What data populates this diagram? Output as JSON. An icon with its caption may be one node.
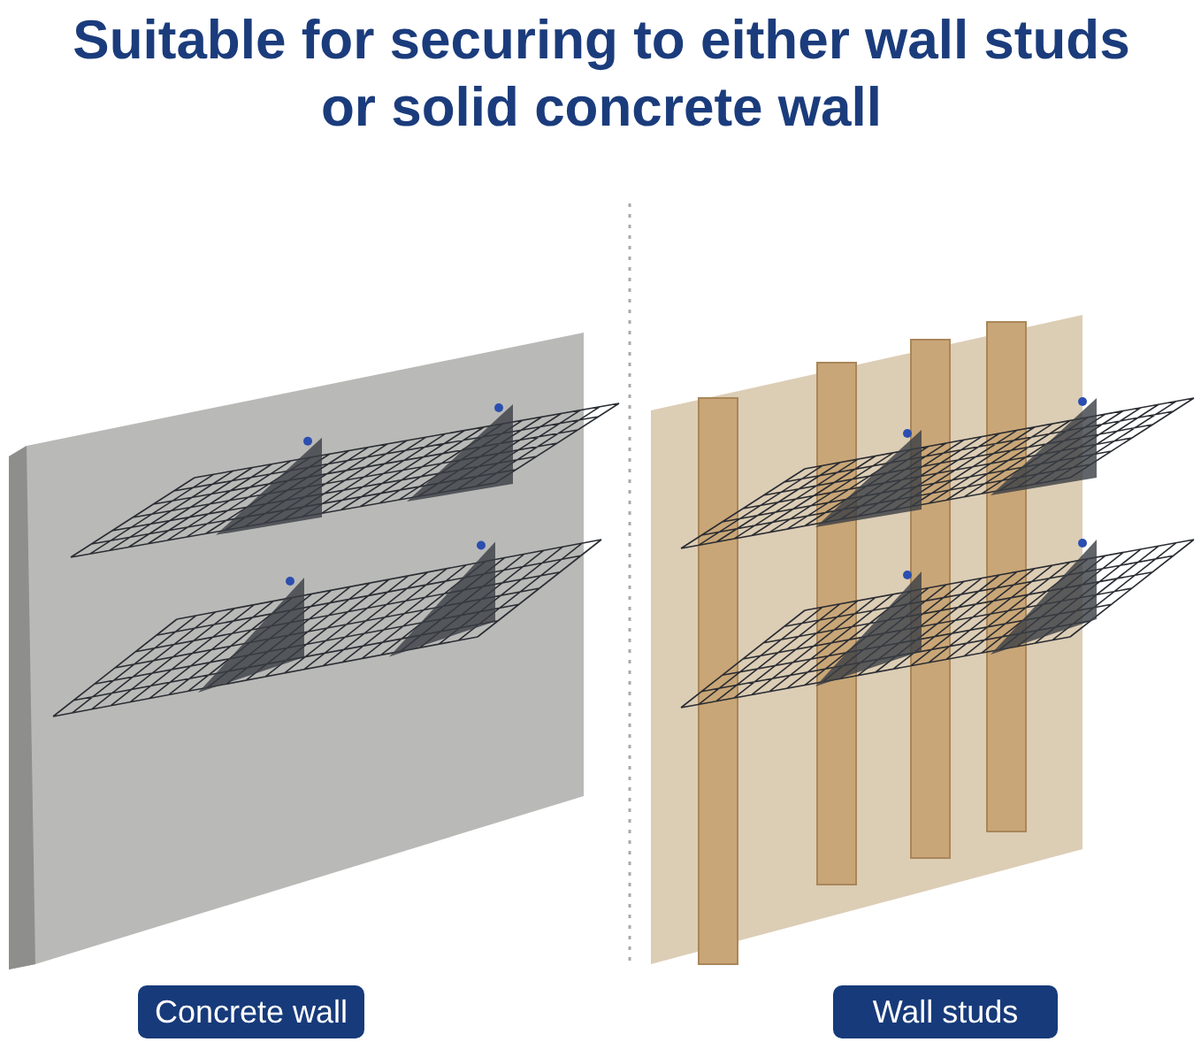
{
  "diagram": {
    "title": "Suitable for securing to either wall studs or solid concrete wall",
    "nodes": [
      {
        "text": [
          "Concrete wall"
        ]
      },
      {
        "text": [
          "Wall studs"
        ]
      }
    ]
  }
}
